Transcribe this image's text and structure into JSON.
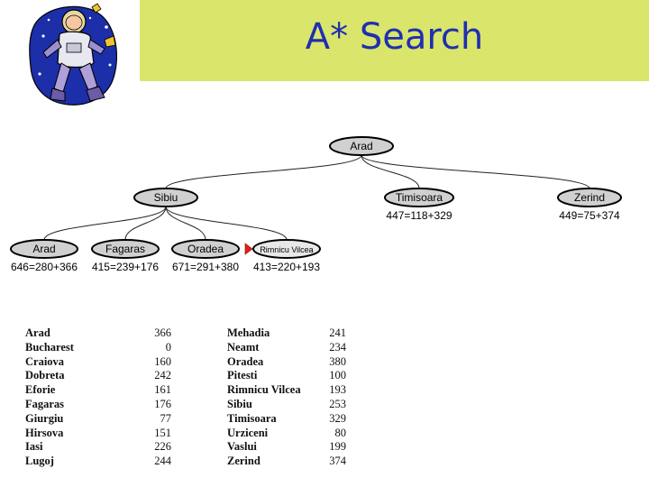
{
  "title": "A* Search",
  "clipart_icon": "astronaut-icon",
  "colors": {
    "title_bar": "#d9e56b",
    "title_text": "#1f2fb0",
    "node_fill": "#d0d0d0",
    "selected_node_fill": "#e8e8e8",
    "pointer_arrow": "#e02020"
  },
  "tree": {
    "nodes": [
      {
        "id": "arad",
        "label": "Arad",
        "fvalue": ""
      },
      {
        "id": "sibiu",
        "label": "Sibiu",
        "fvalue": ""
      },
      {
        "id": "timisoara",
        "label": "Timisoara",
        "fvalue": "447=118+329"
      },
      {
        "id": "zerind",
        "label": "Zerind",
        "fvalue": "449=75+374"
      },
      {
        "id": "arad2",
        "label": "Arad",
        "fvalue": "646=280+366"
      },
      {
        "id": "fagaras",
        "label": "Fagaras",
        "fvalue": "415=239+176"
      },
      {
        "id": "oradea",
        "label": "Oradea",
        "fvalue": "671=291+380"
      },
      {
        "id": "rimnicu",
        "label": "Rimnicu Vilcea",
        "fvalue": "413=220+193"
      }
    ],
    "edges": [
      [
        "arad",
        "sibiu"
      ],
      [
        "arad",
        "timisoara"
      ],
      [
        "arad",
        "zerind"
      ],
      [
        "sibiu",
        "arad2"
      ],
      [
        "sibiu",
        "fagaras"
      ],
      [
        "sibiu",
        "oradea"
      ],
      [
        "sibiu",
        "rimnicu"
      ]
    ],
    "next_expansion": "rimnicu"
  },
  "heuristic_table": {
    "left": [
      {
        "city": "Arad",
        "dist": "366"
      },
      {
        "city": "Bucharest",
        "dist": "0"
      },
      {
        "city": "Craiova",
        "dist": "160"
      },
      {
        "city": "Dobreta",
        "dist": "242"
      },
      {
        "city": "Eforie",
        "dist": "161"
      },
      {
        "city": "Fagaras",
        "dist": "176"
      },
      {
        "city": "Giurgiu",
        "dist": "77"
      },
      {
        "city": "Hirsova",
        "dist": "151"
      },
      {
        "city": "Iasi",
        "dist": "226"
      },
      {
        "city": "Lugoj",
        "dist": "244"
      }
    ],
    "right": [
      {
        "city": "Mehadia",
        "dist": "241"
      },
      {
        "city": "Neamt",
        "dist": "234"
      },
      {
        "city": "Oradea",
        "dist": "380"
      },
      {
        "city": "Pitesti",
        "dist": "100"
      },
      {
        "city": "Rimnicu Vilcea",
        "dist": "193"
      },
      {
        "city": "Sibiu",
        "dist": "253"
      },
      {
        "city": "Timisoara",
        "dist": "329"
      },
      {
        "city": "Urziceni",
        "dist": "80"
      },
      {
        "city": "Vaslui",
        "dist": "199"
      },
      {
        "city": "Zerind",
        "dist": "374"
      }
    ]
  }
}
